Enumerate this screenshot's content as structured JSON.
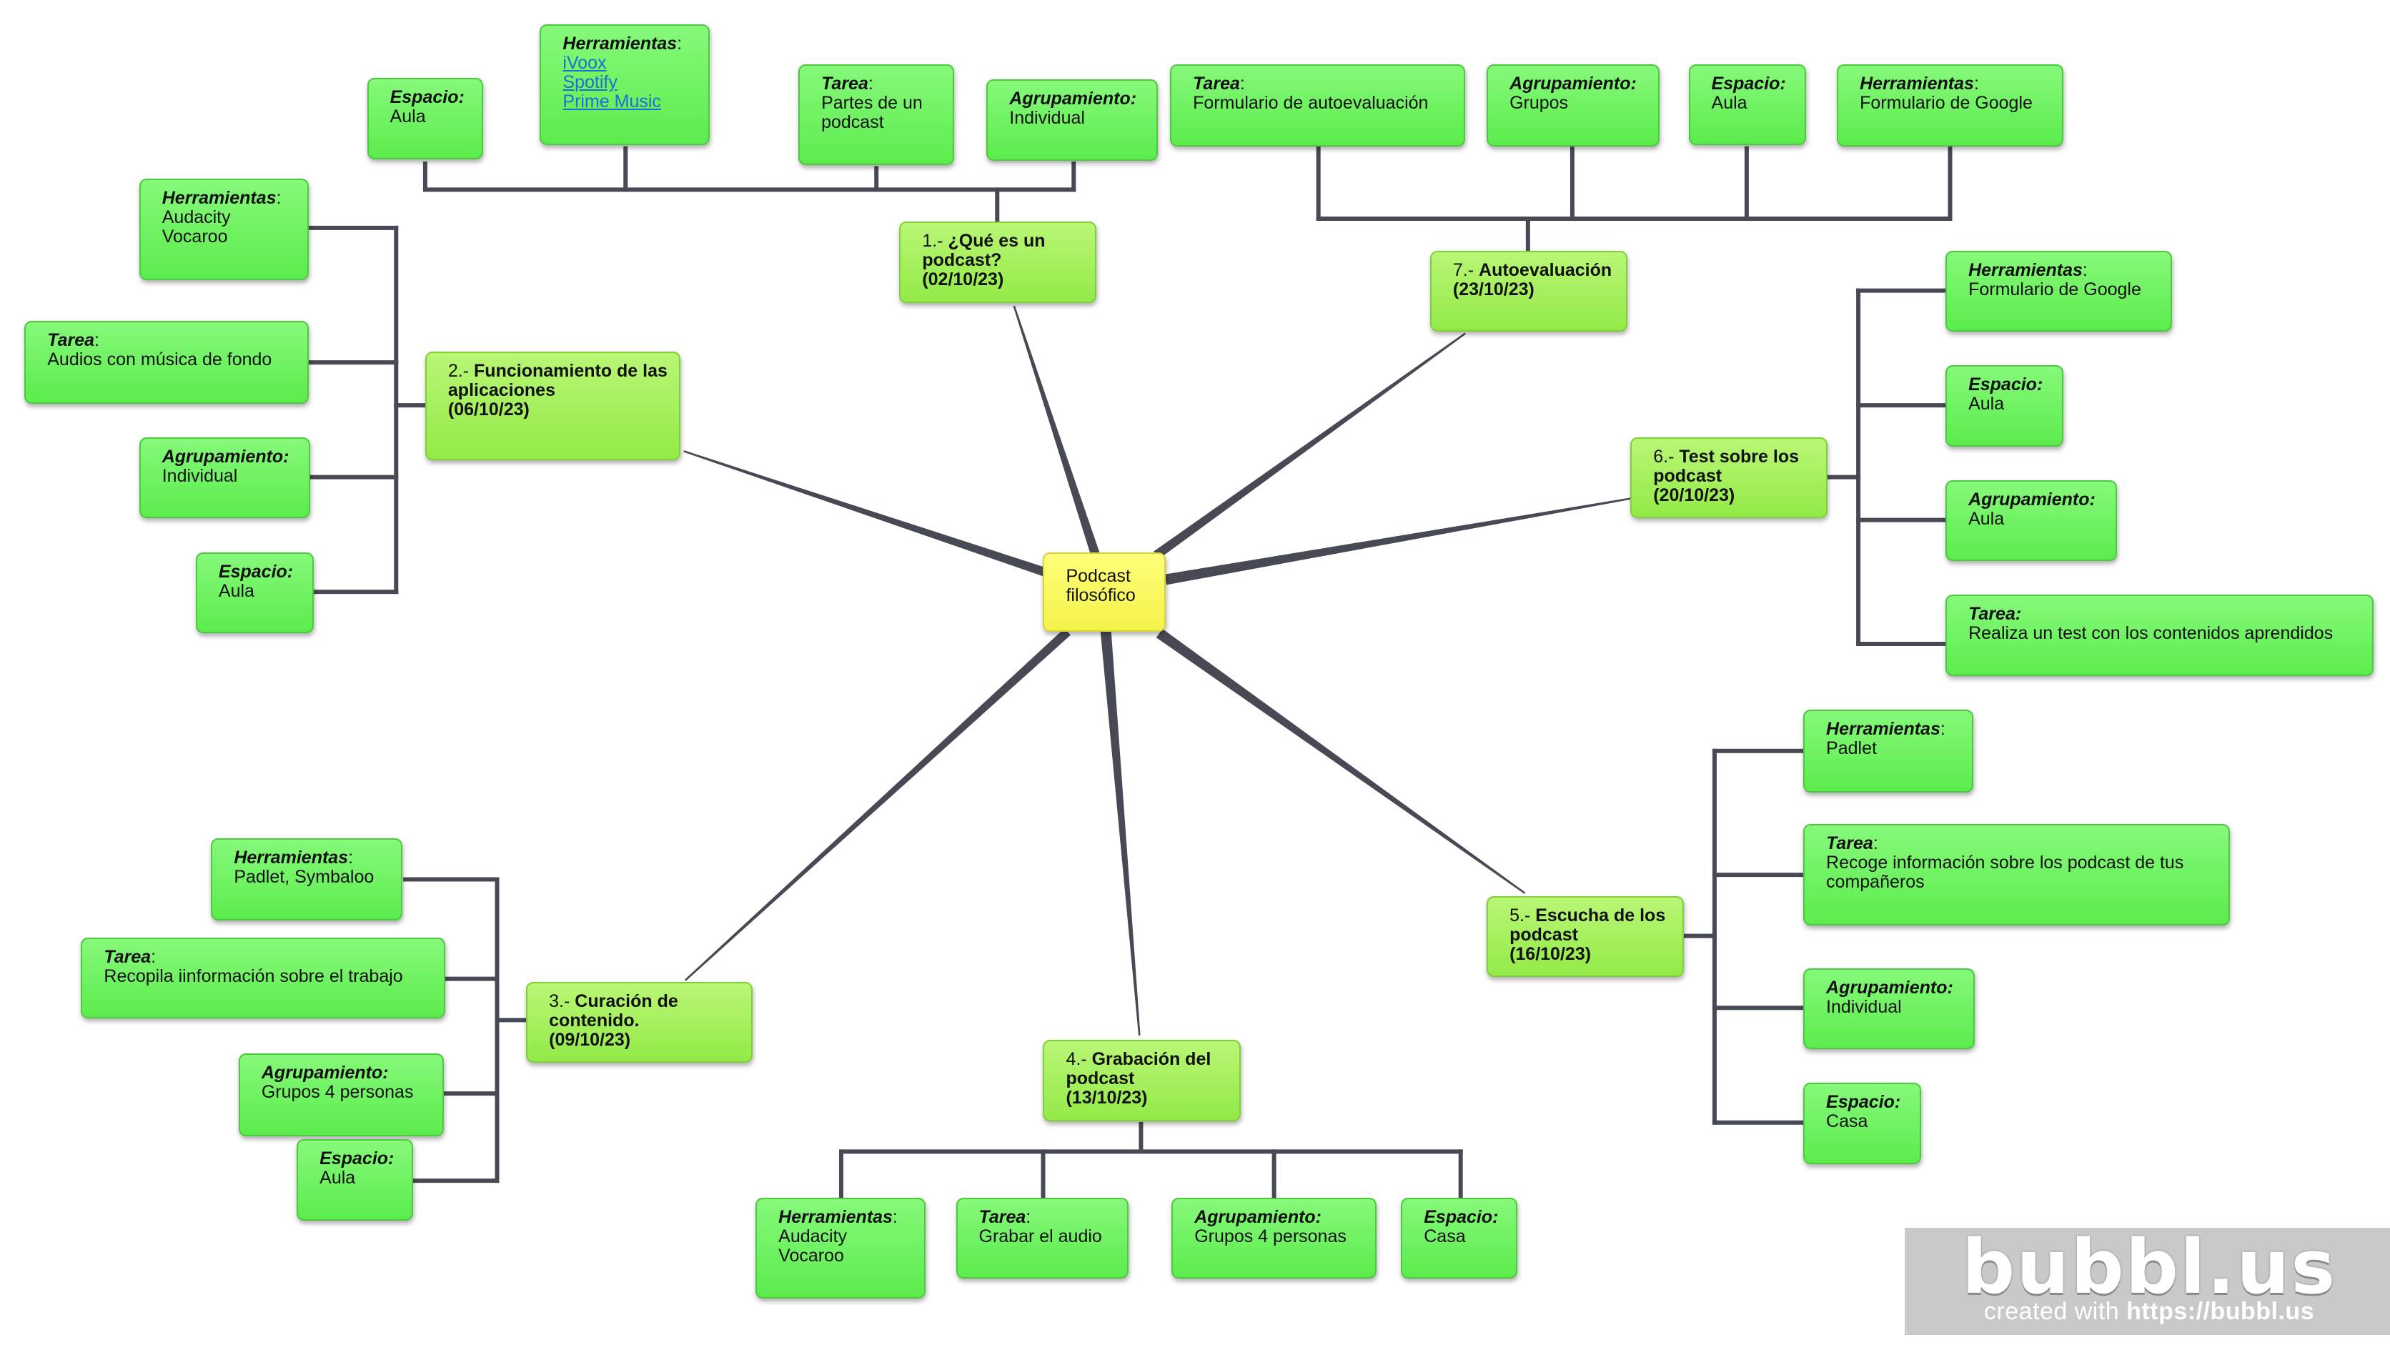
{
  "mindmap": {
    "center": {
      "lines": [
        "Podcast",
        "filosófico"
      ]
    },
    "topics": [
      {
        "id": "t1",
        "prefix": "1.- ",
        "lines": [
          "¿Qué es un",
          "podcast?",
          "(02/10/23)"
        ],
        "children": [
          {
            "id": "t1c1",
            "key": "Espacio:",
            "lines": [
              "Aula"
            ]
          },
          {
            "id": "t1c2",
            "key": "Herramientas",
            "key_suffix": ":",
            "links": [
              "iVoox",
              "Spotify",
              "Prime Music"
            ]
          },
          {
            "id": "t1c3",
            "key": "Tarea",
            "key_suffix": ":",
            "lines": [
              "Partes de un",
              "podcast"
            ]
          },
          {
            "id": "t1c4",
            "key": "Agrupamiento:",
            "lines": [
              "Individual"
            ]
          }
        ]
      },
      {
        "id": "t2",
        "prefix": "2.- ",
        "lines": [
          "Funcionamiento de las",
          "aplicaciones",
          "(06/10/23)"
        ],
        "children": [
          {
            "id": "t2c1",
            "key": "Herramientas",
            "key_suffix": ":",
            "lines": [
              "Audacity",
              "Vocaroo"
            ]
          },
          {
            "id": "t2c2",
            "key": "Tarea",
            "key_suffix": ":",
            "lines": [
              "Audios con música de fondo"
            ]
          },
          {
            "id": "t2c3",
            "key": "Agrupamiento:",
            "lines": [
              "Individual"
            ]
          },
          {
            "id": "t2c4",
            "key": "Espacio:",
            "lines": [
              "Aula"
            ]
          }
        ]
      },
      {
        "id": "t3",
        "prefix": "3.- ",
        "lines": [
          "Curación de",
          "contenido.",
          "(09/10/23)"
        ],
        "children": [
          {
            "id": "t3c1",
            "key": "Herramientas",
            "key_suffix": ":",
            "lines": [
              "Padlet, Symbaloo"
            ]
          },
          {
            "id": "t3c2",
            "key": "Tarea",
            "key_suffix": ":",
            "lines": [
              "Recopila iinformación sobre el trabajo"
            ]
          },
          {
            "id": "t3c3",
            "key": "Agrupamiento:",
            "lines": [
              "Grupos 4 personas"
            ]
          },
          {
            "id": "t3c4",
            "key": "Espacio:",
            "lines": [
              "Aula"
            ]
          }
        ]
      },
      {
        "id": "t4",
        "prefix": "4.- ",
        "lines": [
          "Grabación del",
          "podcast",
          "(13/10/23)"
        ],
        "children": [
          {
            "id": "t4c1",
            "key": "Herramientas",
            "key_suffix": ":",
            "lines": [
              "Audacity",
              "Vocaroo"
            ]
          },
          {
            "id": "t4c2",
            "key": "Tarea",
            "key_suffix": ":",
            "lines": [
              "Grabar el audio"
            ]
          },
          {
            "id": "t4c3",
            "key": "Agrupamiento:",
            "lines": [
              "Grupos 4 personas"
            ]
          },
          {
            "id": "t4c4",
            "key": "Espacio:",
            "lines": [
              "Casa"
            ]
          }
        ]
      },
      {
        "id": "t5",
        "prefix": "5.- ",
        "lines": [
          "Escucha de los",
          "podcast",
          "(16/10/23)"
        ],
        "children": [
          {
            "id": "t5c1",
            "key": "Herramientas",
            "key_suffix": ":",
            "lines": [
              "Padlet"
            ]
          },
          {
            "id": "t5c2",
            "key": "Tarea",
            "key_suffix": ":",
            "lines": [
              "Recoge información sobre los podcast de tus",
              "compañeros"
            ]
          },
          {
            "id": "t5c3",
            "key": "Agrupamiento:",
            "lines": [
              "Individual"
            ]
          },
          {
            "id": "t5c4",
            "key": "Espacio:",
            "lines": [
              "Casa"
            ]
          }
        ]
      },
      {
        "id": "t6",
        "prefix": "6.- ",
        "lines": [
          "Test sobre los",
          "podcast",
          "(20/10/23)"
        ],
        "children": [
          {
            "id": "t6c1",
            "key": "Herramientas",
            "key_suffix": ":",
            "lines": [
              "Formulario de Google"
            ]
          },
          {
            "id": "t6c2",
            "key": "Espacio:",
            "lines": [
              "Aula"
            ]
          },
          {
            "id": "t6c3",
            "key": "Agrupamiento:",
            "lines": [
              "Aula"
            ]
          },
          {
            "id": "t6c4",
            "key": "Tarea:",
            "lines": [
              "Realiza un test con los contenidos aprendidos"
            ]
          }
        ]
      },
      {
        "id": "t7",
        "prefix": "7.- ",
        "lines": [
          "Autoevaluación",
          "(23/10/23)"
        ],
        "children": [
          {
            "id": "t7c1",
            "key": "Tarea",
            "key_suffix": ":",
            "lines": [
              "Formulario de autoevaluación"
            ]
          },
          {
            "id": "t7c2",
            "key": "Agrupamiento:",
            "lines": [
              "Grupos"
            ]
          },
          {
            "id": "t7c3",
            "key": "Espacio:",
            "lines": [
              "Aula"
            ]
          },
          {
            "id": "t7c4",
            "key": "Herramientas",
            "key_suffix": ":",
            "lines": [
              "Formulario de Google"
            ]
          }
        ]
      }
    ]
  },
  "watermark": {
    "logo": "bubbl.us",
    "prefix": "created with ",
    "url": "https://bubbl.us"
  },
  "colors": {
    "leaf": "#6ef35f",
    "topic": "#a6f05e",
    "center": "#f8f85e",
    "connector": "#474a55"
  }
}
